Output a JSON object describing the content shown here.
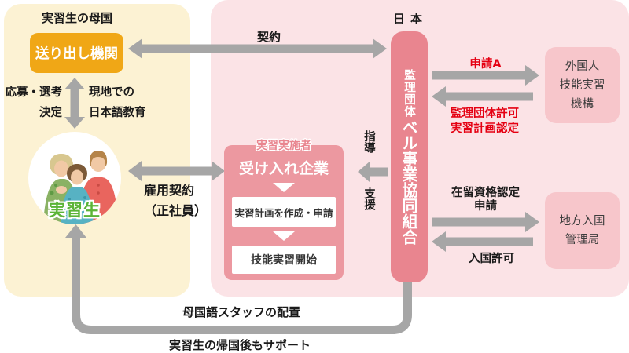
{
  "colors": {
    "cream_panel": "#fcf2d3",
    "orange_box": "#f0a716",
    "pink_panel": "#fbe3e6",
    "pink_dark": "#e9858f",
    "pink_inner": "#ec98a0",
    "pink_light_box": "#f7c6cb",
    "arrow_gray": "#a6a6a6",
    "red_text": "#e50012",
    "green_text": "#5bb437"
  },
  "home_country": {
    "title": "実習生の母国",
    "sending_org": "送り出し機関",
    "apply_line1": "応募・選考",
    "apply_line2": "決定",
    "local_edu_line1": "現地での",
    "local_edu_line2": "日本語教育",
    "trainees": "実習生",
    "employment_line1": "雇用契約",
    "employment_line2": "（正社員）"
  },
  "japan": {
    "title": "日本",
    "contract": "契約",
    "supervising_type": "監理団体",
    "supervising_name": "ベル事業協同組合",
    "guidance": "指導",
    "support": "支援",
    "implementer": {
      "tab": "実習実施者",
      "company": "受け入れ企業",
      "step1": "実習計画を作成・申請",
      "step2": "技能実習開始"
    },
    "otit": {
      "line1": "外国人",
      "line2": "技能実習",
      "line3": "機構"
    },
    "application_a": "申請A",
    "approval_line1": "監理団体許可",
    "approval_line2": "実習計画認定",
    "immigration": {
      "line1": "地方入国",
      "line2": "管理局"
    },
    "residence_line1": "在留資格認定",
    "residence_line2": "申請",
    "entry_permit": "入国許可"
  },
  "bottom": {
    "native_staff": "母国語スタッフの配置",
    "return_support": "実習生の帰国後もサポート"
  }
}
